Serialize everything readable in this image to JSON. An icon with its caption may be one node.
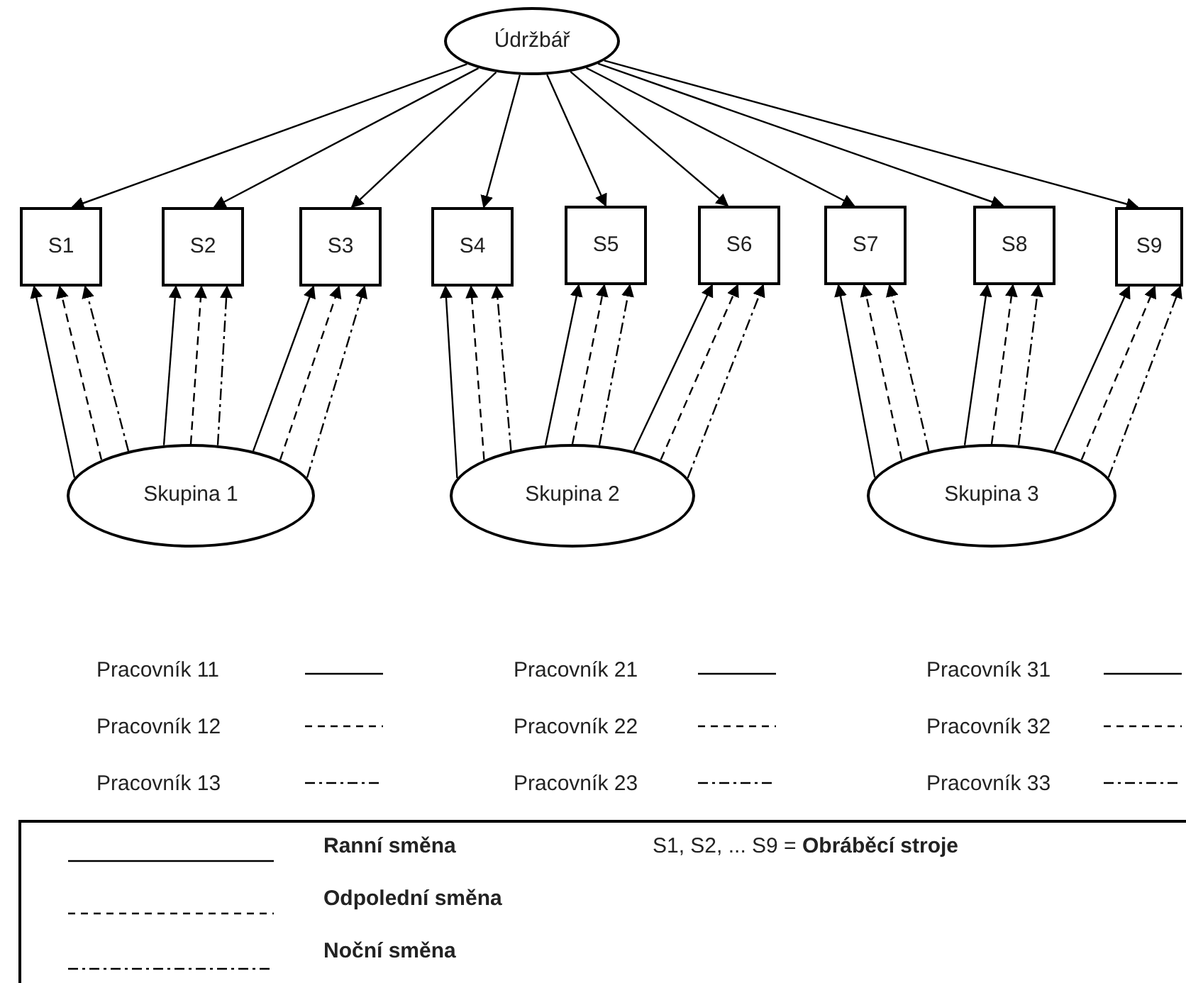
{
  "diagram": {
    "nodes": [
      {
        "text": [
          "Údržbář"
        ]
      },
      {
        "text": [
          "S1"
        ]
      },
      {
        "text": [
          "S2"
        ]
      },
      {
        "text": [
          "S3"
        ]
      },
      {
        "text": [
          "S4"
        ]
      },
      {
        "text": [
          "S5"
        ]
      },
      {
        "text": [
          "S6"
        ]
      },
      {
        "text": [
          "S7"
        ]
      },
      {
        "text": [
          "S8"
        ]
      },
      {
        "text": [
          "S9"
        ]
      },
      {
        "text": [
          "Skupina 1"
        ]
      },
      {
        "text": [
          "Skupina 2"
        ]
      },
      {
        "text": [
          "Skupina 3"
        ]
      }
    ],
    "edges": [
      {
        "from": 0,
        "to": 1,
        "arrow": "to"
      },
      {
        "from": 0,
        "to": 2,
        "arrow": "to"
      },
      {
        "from": 0,
        "to": 3,
        "arrow": "to"
      },
      {
        "from": 0,
        "to": 4,
        "arrow": "to"
      },
      {
        "from": 0,
        "to": 5,
        "arrow": "to"
      },
      {
        "from": 0,
        "to": 6,
        "arrow": "to"
      },
      {
        "from": 0,
        "to": 7,
        "arrow": "to"
      },
      {
        "from": 0,
        "to": 8,
        "arrow": "to"
      },
      {
        "from": 0,
        "to": 9,
        "arrow": "to"
      },
      {
        "from": 10,
        "to": 1,
        "arrow": "to"
      },
      {
        "from": 10,
        "to": 1,
        "arrow": "to",
        "style": "dashed"
      },
      {
        "from": 10,
        "to": 1,
        "arrow": "to",
        "style": "dashed"
      },
      {
        "from": 10,
        "to": 2,
        "arrow": "to"
      },
      {
        "from": 10,
        "to": 2,
        "arrow": "to",
        "style": "dashed"
      },
      {
        "from": 10,
        "to": 2,
        "arrow": "to",
        "style": "dashed"
      },
      {
        "from": 10,
        "to": 3,
        "arrow": "to"
      },
      {
        "from": 10,
        "to": 3,
        "arrow": "to",
        "style": "dashed"
      },
      {
        "from": 10,
        "to": 3,
        "arrow": "to",
        "style": "dashed"
      },
      {
        "from": 11,
        "to": 4,
        "arrow": "to"
      },
      {
        "from": 11,
        "to": 4,
        "arrow": "to",
        "style": "dashed"
      },
      {
        "from": 11,
        "to": 4,
        "arrow": "to",
        "style": "dashed"
      },
      {
        "from": 11,
        "to": 5,
        "arrow": "to"
      },
      {
        "from": 11,
        "to": 5,
        "arrow": "to",
        "style": "dashed"
      },
      {
        "from": 11,
        "to": 5,
        "arrow": "to",
        "style": "dashed"
      },
      {
        "from": 11,
        "to": 6,
        "arrow": "to"
      },
      {
        "from": 11,
        "to": 6,
        "arrow": "to",
        "style": "dashed"
      },
      {
        "from": 11,
        "to": 6,
        "arrow": "to",
        "style": "dashed"
      },
      {
        "from": 12,
        "to": 7,
        "arrow": "to"
      },
      {
        "from": 12,
        "to": 7,
        "arrow": "to",
        "style": "dashed"
      },
      {
        "from": 12,
        "to": 7,
        "arrow": "to",
        "style": "dashed"
      },
      {
        "from": 12,
        "to": 8,
        "arrow": "to"
      },
      {
        "from": 12,
        "to": 8,
        "arrow": "to",
        "style": "dashed"
      },
      {
        "from": 12,
        "to": 8,
        "arrow": "to",
        "style": "dashed"
      },
      {
        "from": 12,
        "to": 9,
        "arrow": "to"
      },
      {
        "from": 12,
        "to": 9,
        "arrow": "to",
        "style": "dashed"
      },
      {
        "from": 12,
        "to": 9,
        "arrow": "to",
        "style": "dashed"
      }
    ],
    "labels": [
      "S1, S2, ... S9 = **Obráběcí stroje**"
    ],
    "legend": [
      {
        "text": "Pracovník 11"
      },
      {
        "text": "Pracovník 12"
      },
      {
        "text": "Pracovník 13"
      },
      {
        "text": "Pracovník 21"
      },
      {
        "text": "Pracovník 22"
      },
      {
        "text": "Pracovník 23"
      },
      {
        "text": "Pracovník 31"
      },
      {
        "text": "Pracovník 32"
      },
      {
        "text": "Pracovník 33"
      },
      {
        "text": "Ranní směna"
      },
      {
        "text": "Odpolední směna"
      },
      {
        "text": "Noční směna"
      }
    ]
  }
}
